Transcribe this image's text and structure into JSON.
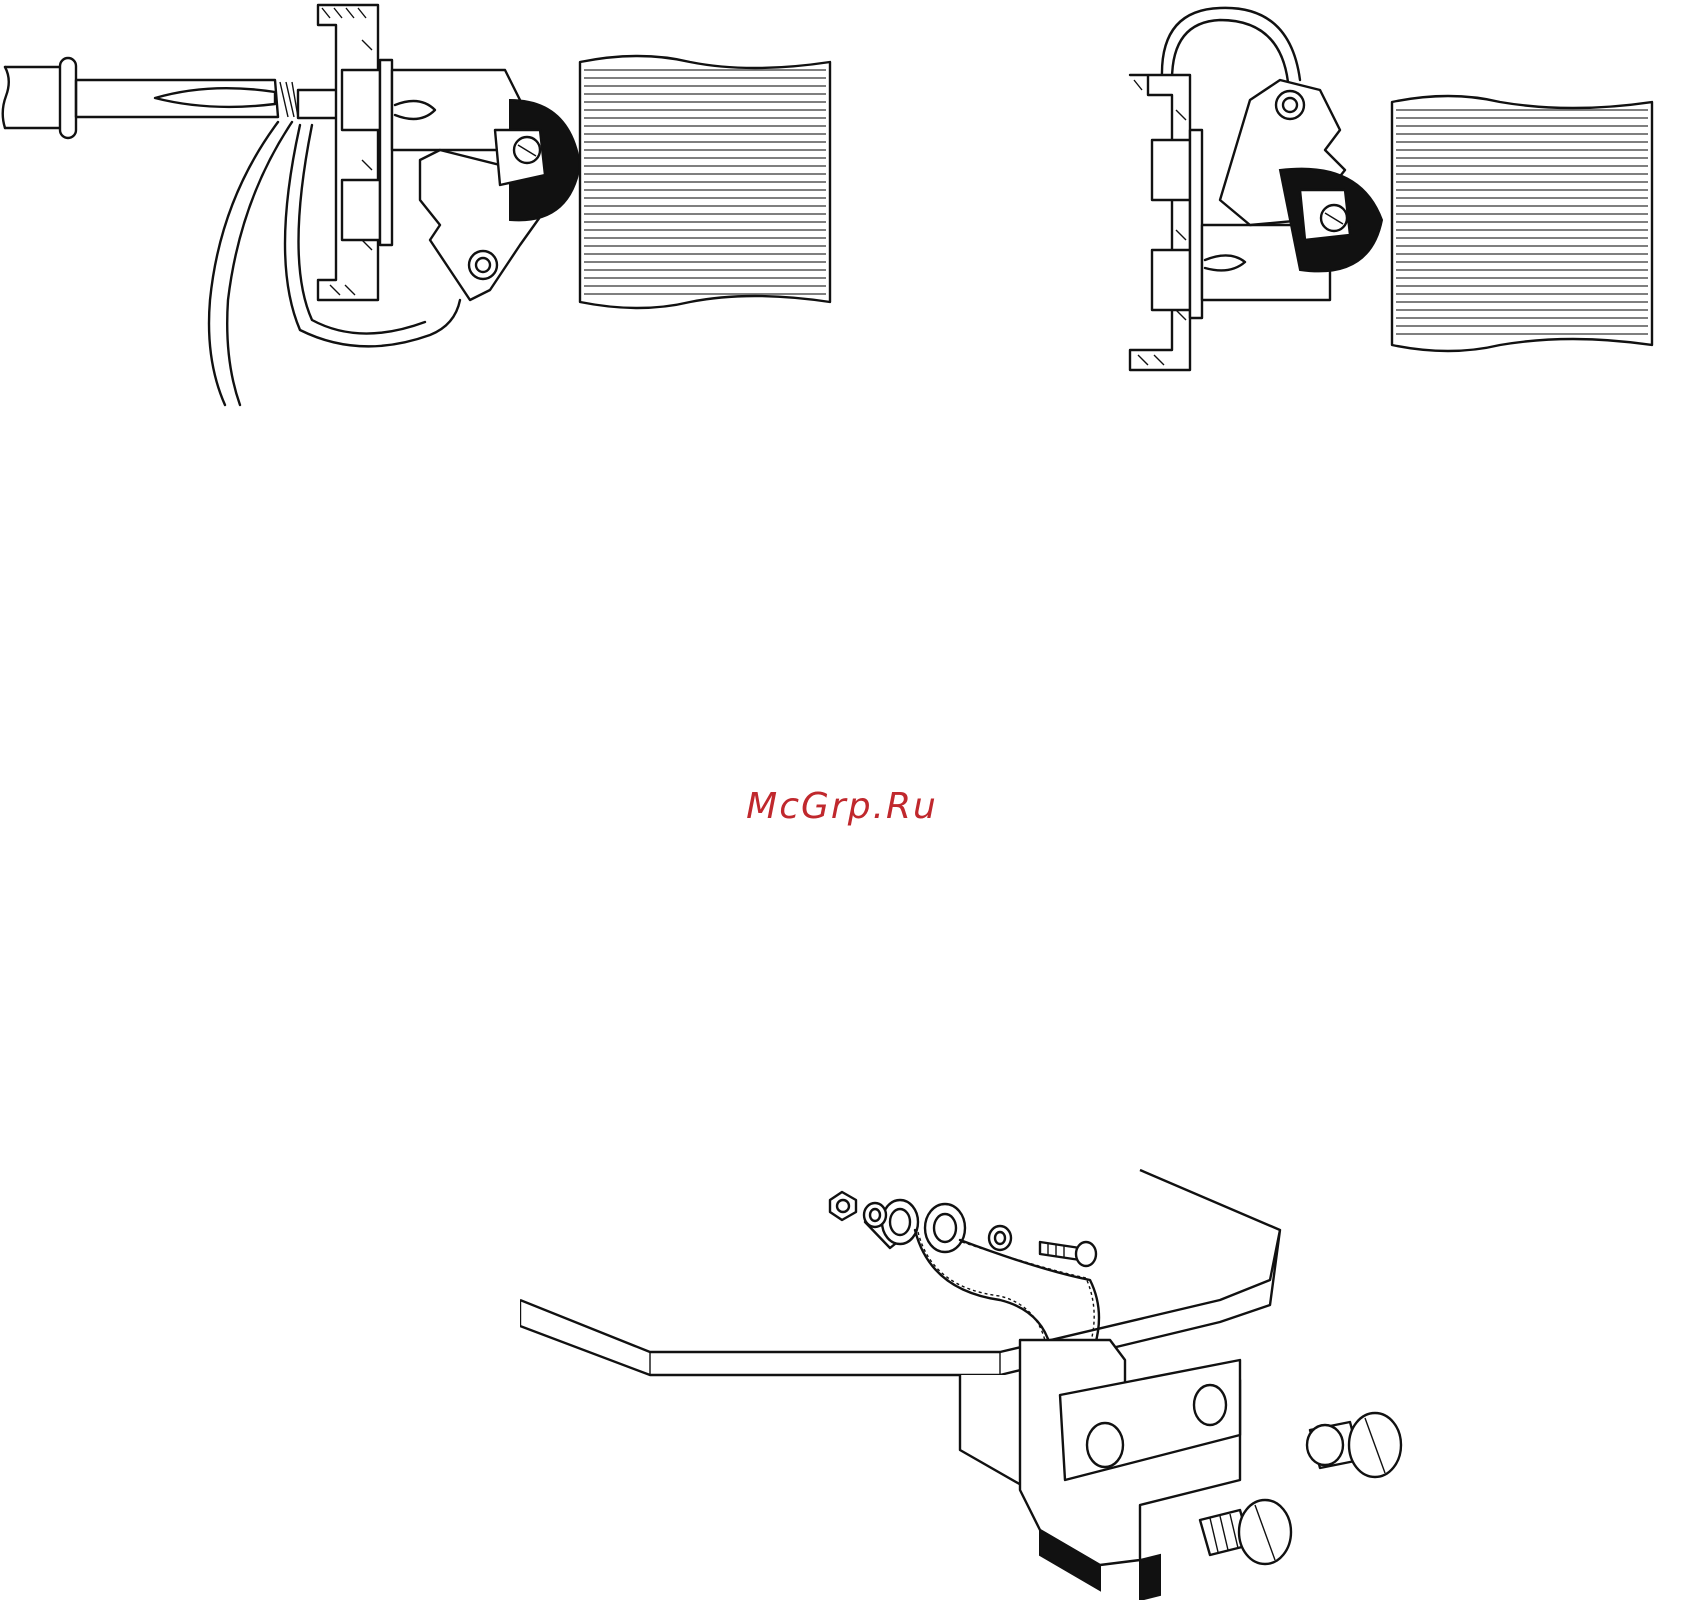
{
  "watermark": {
    "text": "McGrp.Ru",
    "color": "#c0282d"
  },
  "figures": [
    {
      "id": "fig-top-left",
      "subject": "brush-holder-soldering-drawing"
    },
    {
      "id": "fig-top-right",
      "subject": "brush-holder-installed-drawing"
    },
    {
      "id": "fig-bottom",
      "subject": "brush-holder-exploded-assembly-drawing"
    }
  ]
}
